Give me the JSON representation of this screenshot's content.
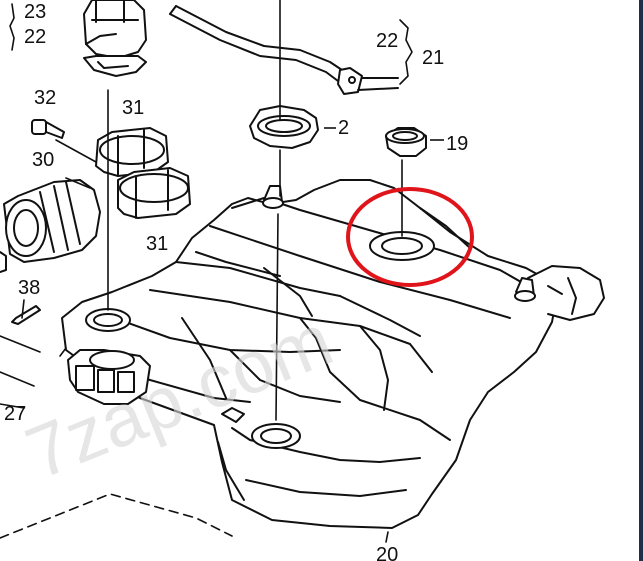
{
  "diagram": {
    "labels": {
      "l23": "23",
      "l22a": "22",
      "l22b": "22",
      "l21": "21",
      "l32": "32",
      "l31a": "31",
      "l2": "2",
      "l19": "19",
      "l30": "30",
      "l31b": "31",
      "l38": "38",
      "l27": "27",
      "l20": "20"
    },
    "watermark": "7zap.com",
    "highlight_color": "#e0141b",
    "line_color": "#111111"
  }
}
